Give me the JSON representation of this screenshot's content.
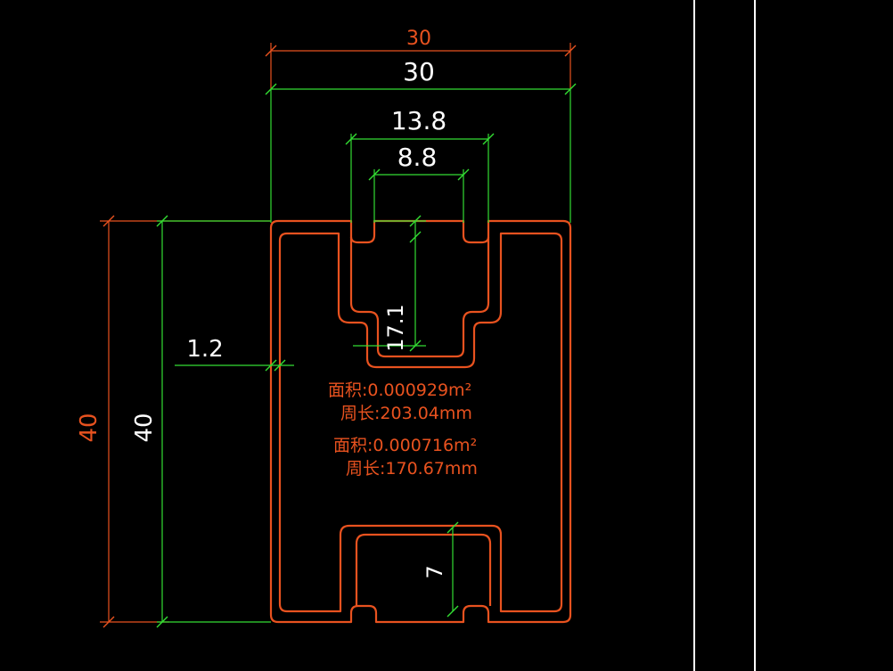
{
  "colors": {
    "background": "#000000",
    "profile": "#e8521f",
    "dimension_green": "#33dd33",
    "dimension_orange": "#e8521f",
    "text_white": "#ffffff",
    "text_orange": "#e8521f",
    "border_white": "#ffffff"
  },
  "dimensions": {
    "top_outer_width_orange": "30",
    "top_outer_width_white": "30",
    "slot_outer_width": "13.8",
    "slot_inner_width": "8.8",
    "slot_depth": "17.1",
    "wall_thickness": "1.2",
    "height_orange": "40",
    "height_white": "40",
    "bottom_slot_depth": "7"
  },
  "annotations": {
    "outer": {
      "area": "面积:0.000929m²",
      "perimeter": "周长:203.04mm"
    },
    "inner": {
      "area": "面积:0.000716m²",
      "perimeter": "周长:170.67mm"
    }
  }
}
